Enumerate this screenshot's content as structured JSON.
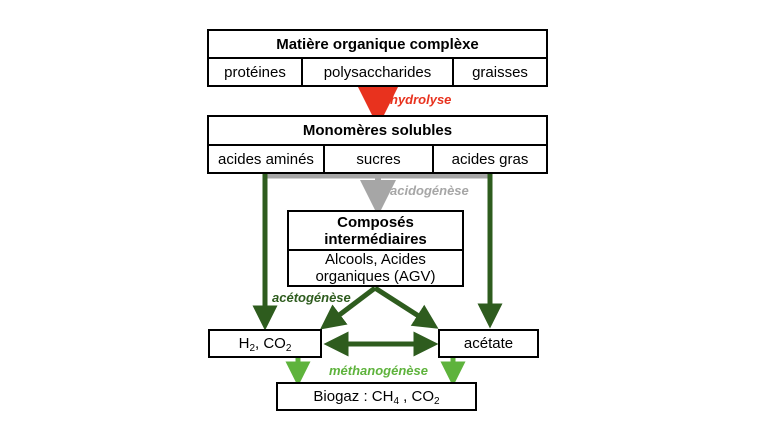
{
  "matiere": {
    "title": "Matière organique complèxe",
    "items": [
      "protéines",
      "polysaccharides",
      "graisses"
    ]
  },
  "monomeres": {
    "title": "Monomères solubles",
    "items": [
      "acides aminés",
      "sucres",
      "acides gras"
    ]
  },
  "intermediaires": {
    "title": "Composés intermédiaires",
    "content": "Alcools, Acides organiques (AGV)"
  },
  "h2co2": {
    "prefix": "H",
    "sub1": "2",
    "middle": ", CO",
    "sub2": "2"
  },
  "acetate": {
    "label": "acétate"
  },
  "biogaz": {
    "prefix": "Biogaz : CH",
    "sub1": "4",
    "middle": " , CO",
    "sub2": "2"
  },
  "steps": {
    "hydrolyse": "hydrolyse",
    "acidogenese": "acidogénèse",
    "acetogenese": "acétogénèse",
    "methanogenese": "méthanogénèse"
  },
  "colors": {
    "hydrolyse": "#e8321e",
    "acidogenese": "#a6a6a6",
    "acetogenese": "#2e5c1e",
    "methanogenese": "#5eb33c"
  }
}
